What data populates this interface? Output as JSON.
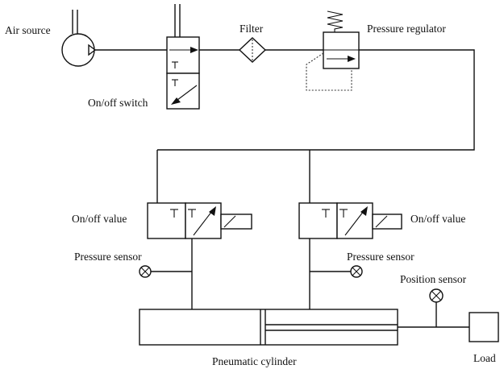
{
  "labels": {
    "air_source": "Air source",
    "onoff_switch": "On/off switch",
    "filter": "Filter",
    "pressure_regulator": "Pressure regulator",
    "onoff_valve_left": "On/off value",
    "onoff_valve_right": "On/off value",
    "pressure_sensor_left": "Pressure sensor",
    "pressure_sensor_right": "Pressure sensor",
    "position_sensor": "Position sensor",
    "pneumatic_cylinder": "Pneumatic cylinder",
    "load": "Load"
  }
}
